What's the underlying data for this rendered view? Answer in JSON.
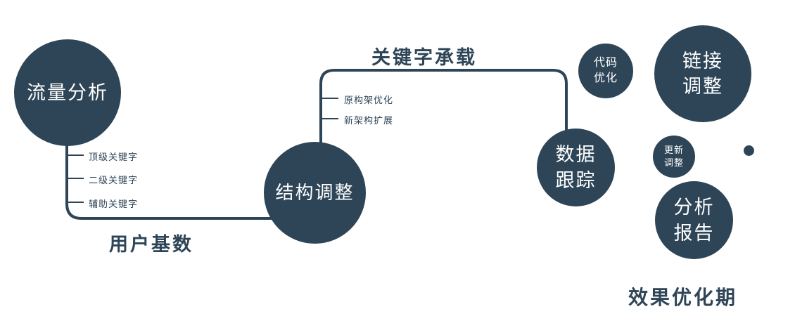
{
  "colors": {
    "primary": "#2e4557",
    "node_text": "#ffffff",
    "background": "#ffffff"
  },
  "nodes": {
    "traffic": {
      "label": "流量分析"
    },
    "structure": {
      "label": "结构调整"
    },
    "tracking": {
      "label": "数据\n跟踪"
    },
    "code": {
      "label": "代码\n优化"
    },
    "link": {
      "label": "链接\n调整"
    },
    "update": {
      "label": "更新\n调整"
    },
    "report": {
      "label": "分析\n报告"
    }
  },
  "edge_labels": {
    "user_base": "用户基数",
    "keyword_carrying": "关键字承载"
  },
  "branches": {
    "traffic": [
      "顶级关键字",
      "二级关键字",
      "辅助关键字"
    ],
    "structure": [
      "原构架优化",
      "新架构扩展"
    ]
  },
  "caption": "效果优化期"
}
